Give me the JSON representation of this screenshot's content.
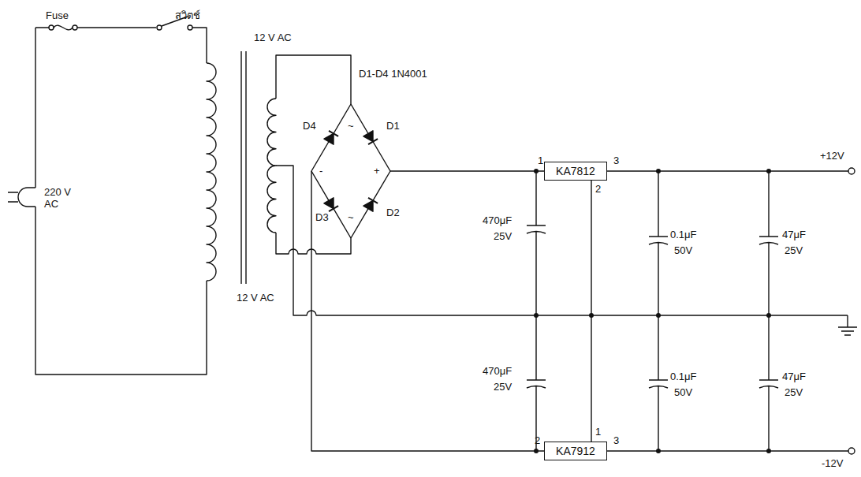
{
  "diagram": {
    "nodes": [
      {
        "text": [
          "KA7812"
        ]
      },
      {
        "text": [
          "KA7912"
        ]
      }
    ],
    "edges": [
      {
        "from": 0,
        "to": 1,
        "arrow": "none"
      }
    ],
    "labels": [
      "Fuse",
      "สวิตช์",
      "220 V AC",
      "12 V AC",
      "12 V AC",
      "D1-D4 1N4001",
      "D4",
      "D1",
      "D3",
      "D2",
      "~",
      "~",
      "-",
      "+",
      "1",
      "3",
      "2",
      "1",
      "2",
      "3",
      "470μF",
      "25V",
      "470μF",
      "25V",
      "0.1μF",
      "50V",
      "0.1μF",
      "50V",
      "47μF",
      "25V",
      "47μF",
      "25V",
      "+12V",
      "-12V"
    ]
  }
}
